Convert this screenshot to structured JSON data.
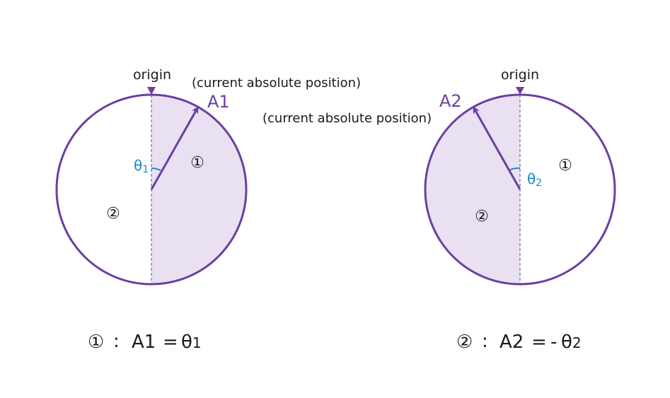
{
  "colors": {
    "accent": "#6b3fa0",
    "fill": "#e9e1f2",
    "angle": "#1e88c8",
    "text": "#1a1a1a"
  },
  "left": {
    "origin_label": "origin",
    "pointer_label": "A1",
    "position_note": "(current absolute position)",
    "angle_symbol": "θ",
    "angle_sub": "1",
    "region_1": "①",
    "region_2": "②"
  },
  "right": {
    "origin_label": "origin",
    "pointer_label": "A2",
    "position_note": "(current absolute position)",
    "angle_symbol": "θ",
    "angle_sub": "2",
    "region_1": "①",
    "region_2": "②"
  },
  "formulas": {
    "f1_marker": "①",
    "f1_colon": ":",
    "f1_lhs": "A1",
    "f1_eq": "=",
    "f1_rhs_symbol": "θ",
    "f1_rhs_sub": "1",
    "f2_marker": "②",
    "f2_colon": ":",
    "f2_lhs": "A2",
    "f2_eq": "=",
    "f2_minus": "-",
    "f2_rhs_symbol": "θ",
    "f2_rhs_sub": "2"
  }
}
